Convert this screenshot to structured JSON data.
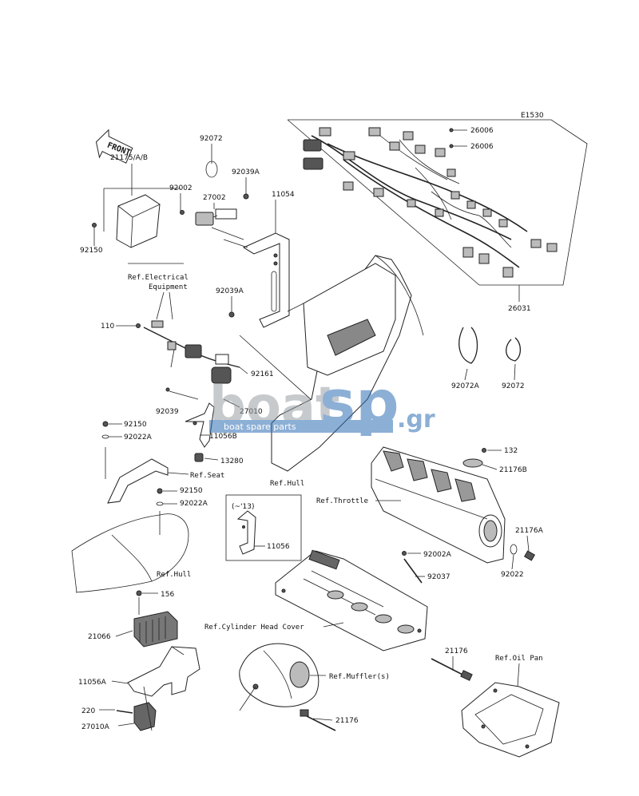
{
  "diagram_code": "E1530",
  "front_label": "FRONT",
  "watermark": {
    "brand_a": "boat",
    "brand_b": "sp",
    "tld": ".gr",
    "tagline": "boat spare parts"
  },
  "parts": {
    "p92072_top": "92072",
    "p92039A_top": "92039A",
    "p92002_top": "92002",
    "p27002": "27002",
    "p21175": "21175/A/B",
    "p92150_top": "92150",
    "p11054": "11054",
    "p92039A_mid": "92039A",
    "p26006_a": "26006",
    "p26006_b": "26006",
    "p26031": "26031",
    "p110": "110",
    "p92161": "92161",
    "p92039": "92039",
    "p27010": "27010",
    "p92150_mid": "92150",
    "p92022A_mid": "92022A",
    "p11056B": "11056B",
    "p13280": "13280",
    "p92150_low": "92150",
    "p92022A_low": "92022A",
    "p92072A": "92072A",
    "p92072_right": "92072",
    "p132": "132",
    "p21176B": "21176B",
    "p21176A": "21176A",
    "p92022": "92022",
    "p92002A": "92002A",
    "p92037": "92037",
    "p11056": "11056",
    "p156": "156",
    "p21066": "21066",
    "p11056A": "11056A",
    "p220": "220",
    "p27010A": "27010A",
    "p21176_mid": "21176",
    "p21176_low": "21176"
  },
  "refs": {
    "electrical_1": "Ref.Electrical",
    "electrical_2": "Equipment",
    "seat": "Ref.Seat",
    "hull_mid": "Ref.Hull",
    "hull_low": "Ref.Hull",
    "throttle": "Ref.Throttle",
    "cylinder_head": "Ref.Cylinder Head Cover",
    "mufflers": "Ref.Muffler(s)",
    "oil_pan": "Ref.Oil Pan"
  },
  "inset_note": "(~'13)"
}
